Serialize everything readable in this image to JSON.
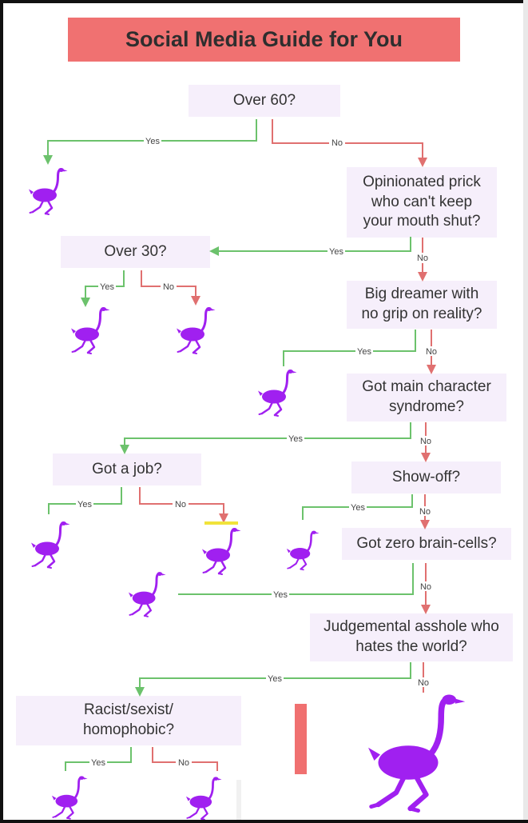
{
  "title": "Social Media Guide for You",
  "questions": {
    "q1": "Over 60?",
    "q2": "Opinionated prick\nwho can't keep\nyour mouth shut?",
    "q3": "Over 30?",
    "q4": "Big dreamer with\nno grip on reality?",
    "q5": "Got main character\nsyndrome?",
    "q6": "Got a job?",
    "q7": "Show-off?",
    "q8": "Got zero brain-cells?",
    "q9": "Judgemental asshole who\nhates the world?",
    "q10": "Racist/sexist/\nhomophobic?"
  },
  "branch_labels": {
    "yes": "Yes",
    "no": "No"
  },
  "colors": {
    "title_bg": "#f07171",
    "box_bg": "#f6effb",
    "yes_line": "#6cc26c",
    "no_line": "#e07070",
    "ostrich": "#a020f0"
  },
  "icon": "ostrich-icon"
}
